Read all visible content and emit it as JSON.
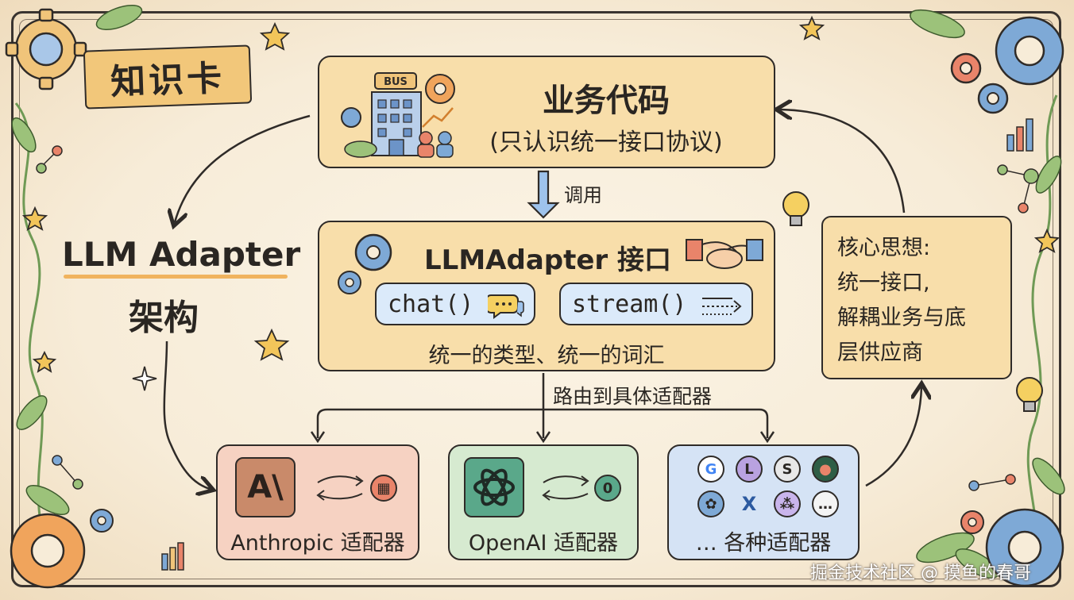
{
  "tag": {
    "label": "知识卡"
  },
  "title": {
    "line1": "LLM Adapter",
    "line2": "架构"
  },
  "business": {
    "title": "业务代码",
    "subtitle": "(只认识统一接口协议)",
    "bus_sign": "BUS"
  },
  "arrow_call": {
    "label": "调用"
  },
  "adapter_interface": {
    "title": "LLMAdapter 接口",
    "methods": [
      "chat()",
      "stream()"
    ],
    "caption": "统一的类型、统一的词汇"
  },
  "arrow_route": {
    "label": "路由到具体适配器"
  },
  "adapters": [
    {
      "label": "Anthropic 适配器",
      "logo_text": "A\\",
      "bg": "#f6d2c2"
    },
    {
      "label": "OpenAI 适配器",
      "logo_text": "",
      "bg": "#d6ead0"
    },
    {
      "label": "… 各种适配器",
      "logo_text": "",
      "bg": "#d5e3f5",
      "provider_icons": [
        "G",
        "L",
        "S",
        "●",
        "✿",
        "X",
        "⁂",
        "…"
      ]
    }
  ],
  "core_idea": {
    "lines": [
      "核心思想:",
      "统一接口,",
      "解耦业务与底",
      "层供应商"
    ]
  },
  "watermark": "掘金技术社区 @ 摸鱼的春哥",
  "colors": {
    "frame": "#2f2b28",
    "business_bg": "#f8deaa",
    "interface_bg": "#f8deaa",
    "pill_bg": "#dbeafa",
    "core_bg": "#f8deaa",
    "tag_bg": "#f2c77a"
  }
}
